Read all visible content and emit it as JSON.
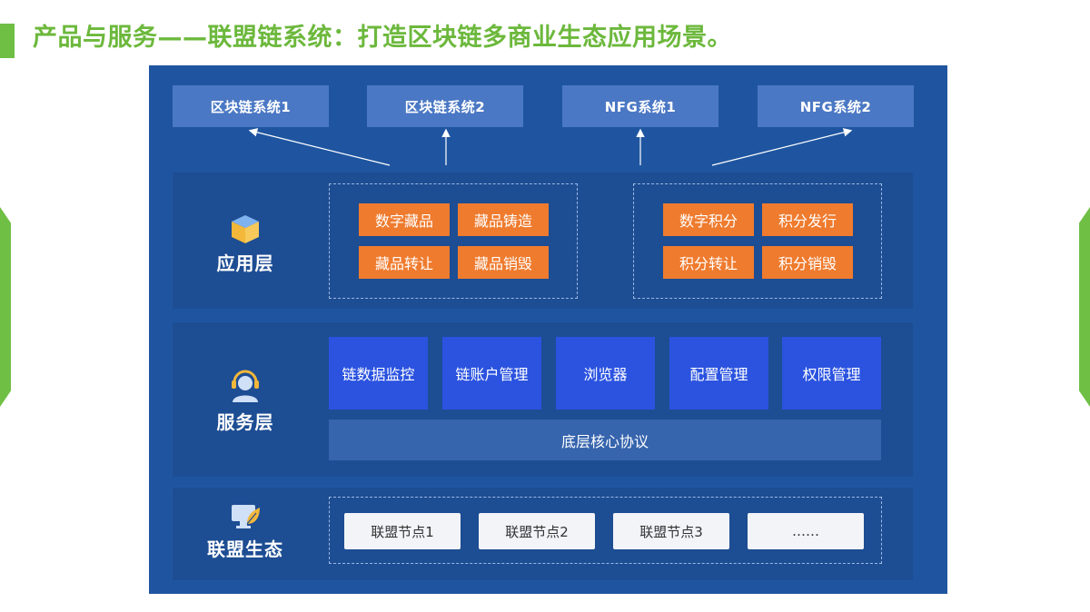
{
  "title": "产品与服务——联盟链系统：打造区块链多商业生态应用场景。",
  "top_systems": [
    "区块链系统1",
    "区块链系统2",
    "NFG系统1",
    "NFG系统2"
  ],
  "application_layer": {
    "label": "应用层",
    "group_left": [
      "数字藏品",
      "藏品铸造",
      "藏品转让",
      "藏品销毁"
    ],
    "group_right": [
      "数字积分",
      "积分发行",
      "积分转让",
      "积分销毁"
    ]
  },
  "service_layer": {
    "label": "服务层",
    "services": [
      "链数据监控",
      "链账户管理",
      "浏览器",
      "配置管理",
      "权限管理"
    ],
    "protocol": "底层核心协议"
  },
  "ecosystem_layer": {
    "label": "联盟生态",
    "nodes": [
      "联盟节点1",
      "联盟节点2",
      "联盟节点3",
      "……"
    ]
  },
  "colors": {
    "accent_green": "#6cb83c",
    "diagram_bg": "#1f55a0",
    "top_box": "#4b78c4",
    "orange_box": "#ef7b2e",
    "service_box": "#2b53e0",
    "protocol_bar": "#3664ad"
  },
  "icons": {
    "application": "cube-icon",
    "service": "headset-user-icon",
    "ecosystem": "monitor-leaf-icon"
  }
}
